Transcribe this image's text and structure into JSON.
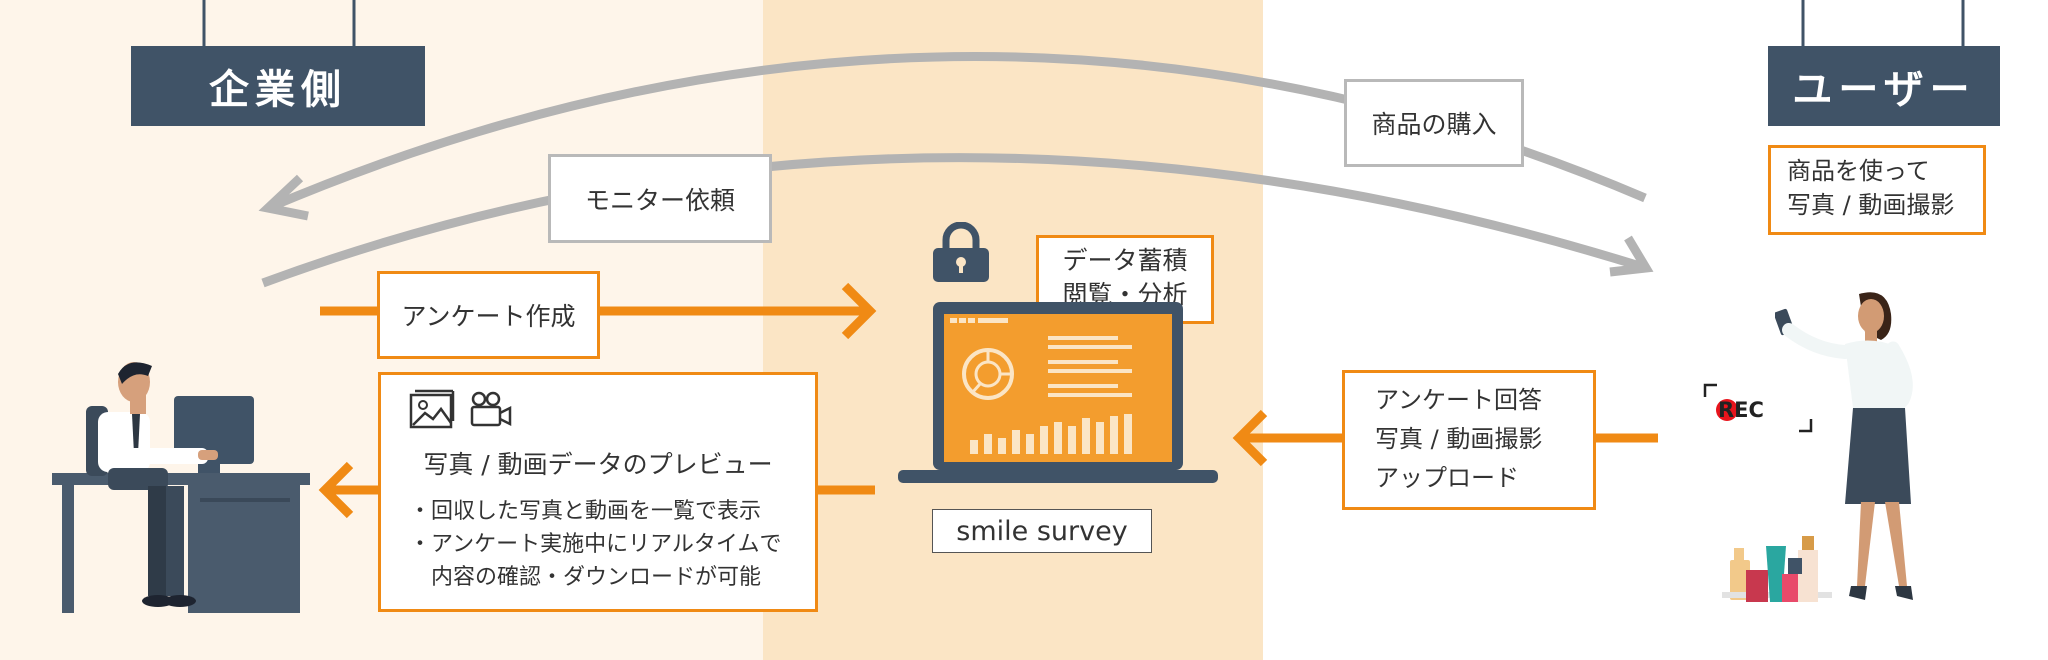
{
  "labels": {
    "company": "企業側",
    "user": "ユーザー",
    "purchase": "商品の購入",
    "monitor_request": "モニター依頼",
    "survey_create": "アンケート作成",
    "data": [
      "データ蓄積",
      "閲覧・分析"
    ],
    "user_action": [
      "商品を使って",
      "写真 / 動画撮影"
    ],
    "survey_answer": [
      "アンケート回答",
      "写真 / 動画撮影",
      "アップロード"
    ],
    "preview_title": "写真 / 動画データのプレビュー",
    "preview_bullets": [
      "・回収した写真と動画を一覧で表示",
      "・アンケート実施中にリアルタイムで",
      "　内容の確認・ダウンロードが可能"
    ],
    "product": "smile survey",
    "rec": "REC"
  },
  "icons": [
    "lock-icon",
    "laptop-icon",
    "image-icon",
    "video-camera-icon",
    "rec-dot-icon",
    "office-worker-illustration",
    "woman-selfie-illustration",
    "cosmetics-illustration"
  ],
  "colors": {
    "accent": "#f08a14",
    "navy": "#405367",
    "gray_arrow": "#b3b3b3",
    "left_bg": "#fef5ea",
    "mid_bg": "#fbe5c5",
    "rec_red": "#e8141c"
  }
}
